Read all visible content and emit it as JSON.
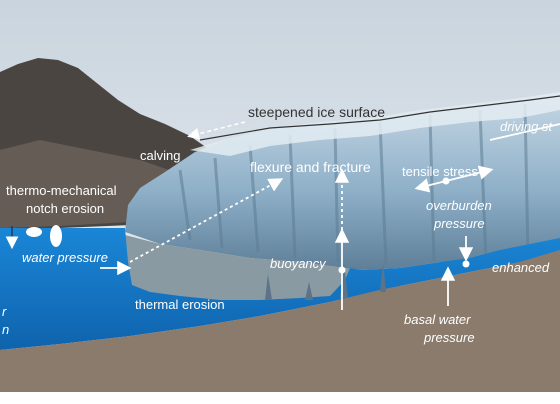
{
  "labels": {
    "steepened_surface": "steepened ice surface",
    "driving_stress": "driving st",
    "calving": "calving",
    "flexure_fracture": "flexure and fracture",
    "tensile_stress": "tensile stress",
    "notch_line1": "thermo-mechanical",
    "notch_line2": "notch erosion",
    "overburden_line1": "overburden",
    "overburden_line2": "pressure",
    "water_pressure": "water pressure",
    "buoyancy": "buoyancy",
    "enhanced": "enhanced",
    "thermal_erosion": "thermal erosion",
    "basal_line1": "basal water",
    "basal_line2": "pressure",
    "edge_r": "r",
    "edge_n": "n"
  },
  "colors": {
    "sky": "#dfe6ec",
    "mountain": "#4a4541",
    "ice": "#a9c3d6",
    "ice_shadow": "#6d8aa3",
    "fjord_water": "#8a9aa3",
    "diagram_water": "#1677c9",
    "bedrock": "#8a7b6c",
    "text_white": "#ffffff",
    "arrow_white": "#ffffff"
  }
}
